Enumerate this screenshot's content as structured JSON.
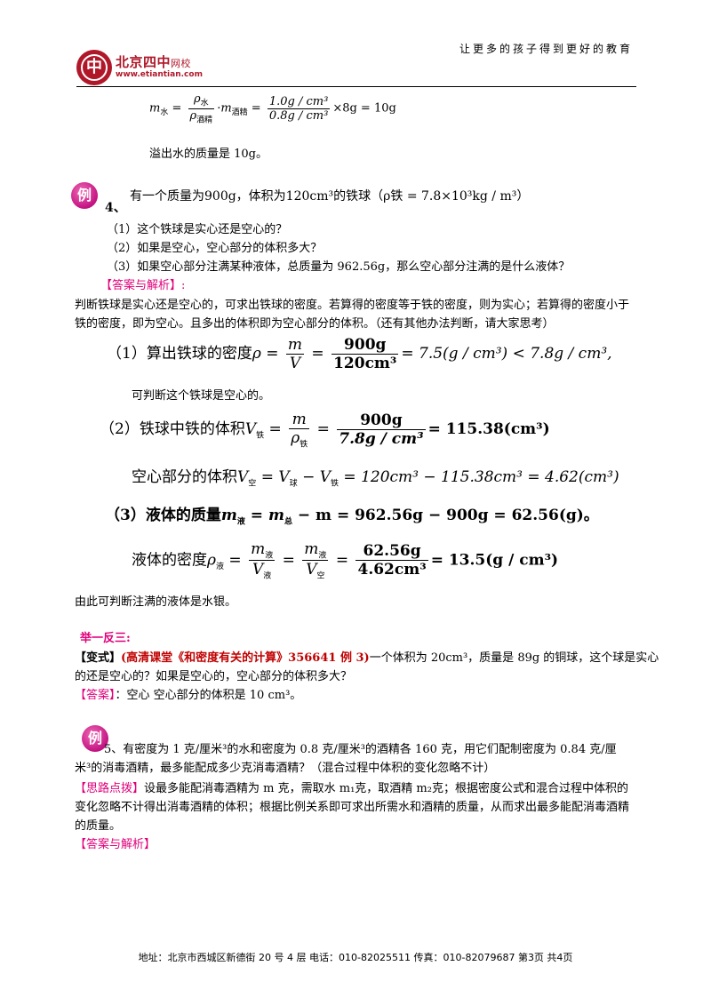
{
  "header": {
    "logo_glyph": "中",
    "logo_name": "北京四中",
    "logo_name_small": "网校",
    "logo_url": "www.etiantian.com",
    "slogan": "让更多的孩子得到更好的教育"
  },
  "prev": {
    "formula_lhs": "m",
    "formula_lhs_sub": "水",
    "frac_num": "ρ",
    "frac_num_sub": "水",
    "frac_den": "ρ",
    "frac_den_sub": "酒精",
    "times_m": "·m",
    "times_m_sub": "酒精",
    "frac2_num": "1.0g / cm³",
    "frac2_den": "0.8g / cm³",
    "tail": "×8g = 10g",
    "conclusion": "溢出水的质量是 10g。"
  },
  "ex4": {
    "badge": "例",
    "number": "4、",
    "stem": "有一个质量为900g，体积为120cm³的铁球（ρ铁 = 7.8×10³kg / m³）",
    "q1": "（1）这个铁球是实心还是空心的？",
    "q2": "（2）如果是空心，空心部分的体积多大？",
    "q3": "（3）如果空心部分注满某种液体，总质量为 962.56g，那么空心部分注满的是什么液体？",
    "answer_tag": "【答案与解析】:",
    "analysis": "判断铁球是实心还是空心的，可求出铁球的密度。若算得的密度等于铁的密度，则为实心；若算得的密度小于铁的密度，即为空心。且多出的体积即为空心部分的体积。（还有其他办法判断，请大家思考）",
    "f1_prefix": "（1）算出铁球的密度",
    "f1_rho": "ρ",
    "f1_m": "m",
    "f1_v": "V",
    "f1_num": "900g",
    "f1_den": "120cm³",
    "f1_tail": "= 7.5(g / cm³) < 7.8g / cm³,",
    "f1_conclusion": "可判断这个铁球是空心的。",
    "f2_prefix": "（2）铁球中铁的体积",
    "f2_v": "V",
    "f2_v_sub": "铁",
    "f2_m": "m",
    "f2_rho": "ρ",
    "f2_rho_sub": "铁",
    "f2_num": "900g",
    "f2_den": "7.8g / cm³",
    "f2_tail": "= 115.38(cm³)",
    "f3_prefix": "空心部分的体积",
    "f3_v": "V",
    "f3_v_sub": "空",
    "f3_mid": "= V",
    "f3_mid_sub": "球",
    "f3_minus": "− V",
    "f3_minus_sub": "铁",
    "f3_tail": "= 120cm³ − 115.38cm³ = 4.62(cm³)",
    "f4_prefix": "（3）液体的质量",
    "f4_m": "m",
    "f4_m_sub": "液",
    "f4_mid": "= m",
    "f4_mid_sub": "总",
    "f4_tail": "− m = 962.56g − 900g = 62.56(g)。",
    "f5_prefix": "液体的密度",
    "f5_rho": "ρ",
    "f5_rho_sub": "液",
    "f5_n1": "m",
    "f5_n1_sub": "液",
    "f5_d1": "V",
    "f5_d1_sub": "液",
    "f5_n2": "m",
    "f5_n2_sub": "液",
    "f5_d2": "V",
    "f5_d2_sub": "空",
    "f5_n3": "62.56g",
    "f5_d3": "4.62cm³",
    "f5_tail": "= 13.5(g / cm³)",
    "final": "由此可判断注满的液体是水银。"
  },
  "practice": {
    "heading": "举一反三:",
    "variant_tag": "【变式】",
    "variant_source": "(高清课堂《和密度有关的计算》356641 例 3)",
    "variant_text_1": "一个体积为 20cm³，质量是 89g 的铜球，这个球是实心",
    "variant_text_2": "的还是空心的？如果是空心的，空心部分的体积多大？",
    "answer_tag": "【答案】",
    "answer_text": "：空心    空心部分的体积是 10 cm³。"
  },
  "ex5": {
    "badge": "例",
    "line1": "5、有密度为 1 克/厘米³的水和密度为 0.8 克/厘米³的酒精各 160 克，用它们配制密度为 0.84 克/厘",
    "line2": "米³的消毒酒精，最多能配成多少克消毒酒精？（混合过程中体积的变化忽略不计）",
    "hint_tag": "【思路点拨】",
    "hint_text": "设最多能配消毒酒精为 m 克，需取水 m₁克，取酒精 m₂克；根据密度公式和混合过程中体积的变化忽略不计得出消毒酒精的体积；根据比例关系即可求出所需水和酒精的质量，从而求出最多能配消毒酒精的质量。",
    "answer_tag": "【答案与解析】"
  },
  "footer": {
    "text": "地址：北京市西城区新德街 20 号 4 层  电话：010-82025511  传真：010-82079687    第3页  共4页"
  }
}
